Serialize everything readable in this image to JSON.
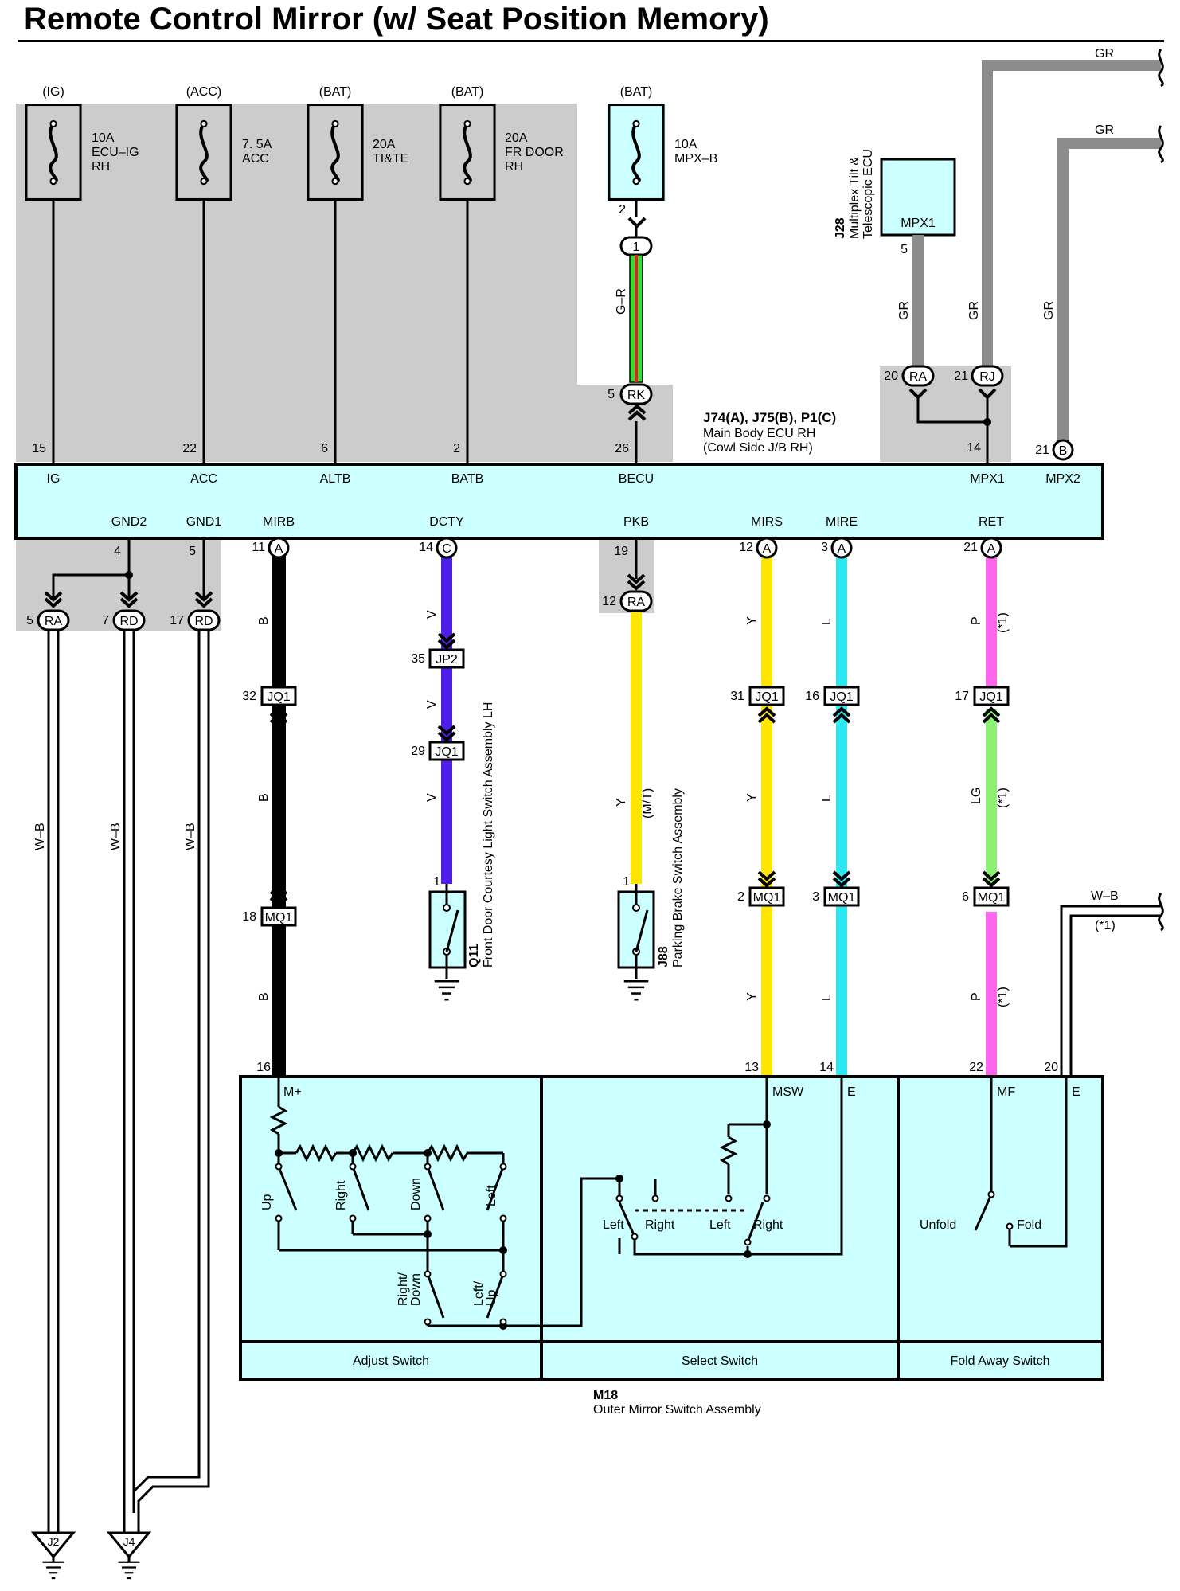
{
  "title": "Remote Control Mirror (w/ Seat Position Memory)",
  "colors": {
    "shade": "#cccccc",
    "ecu_fill": "#ccffff",
    "wire_black": "#000000",
    "wire_violet": "#4d1fe6",
    "wire_yellow": "#ffe600",
    "wire_blue": "#2ee6ee",
    "wire_pink": "#ff66ee",
    "wire_light_green": "#8cf073",
    "wire_gray": "#8c8c8c",
    "wire_green": "#33dd33",
    "wire_red": "#dd2222"
  },
  "fuses": [
    {
      "source": "(IG)",
      "lines": [
        "10A",
        "ECU–IG",
        "RH"
      ]
    },
    {
      "source": "(ACC)",
      "lines": [
        "7. 5A",
        "ACC"
      ]
    },
    {
      "source": "(BAT)",
      "lines": [
        "20A",
        "TI&TE"
      ]
    },
    {
      "source": "(BAT)",
      "lines": [
        "20A",
        "FR DOOR",
        "RH"
      ]
    },
    {
      "source": "(BAT)",
      "lines": [
        "10A",
        "MPX–B"
      ]
    }
  ],
  "ecu": {
    "id": "J74(A), J75(B), P1(C)",
    "name": "Main Body ECU RH",
    "location": "(Cowl Side J/B RH)",
    "top_pins": [
      {
        "num": "15",
        "label": "IG"
      },
      {
        "num": "22",
        "label": "ACC"
      },
      {
        "num": "6",
        "label": "ALTB"
      },
      {
        "num": "2",
        "label": "BATB"
      },
      {
        "num": "26",
        "label": "BECU"
      },
      {
        "num": "14",
        "label": "MPX1"
      },
      {
        "num": "21",
        "label": "MPX2"
      }
    ],
    "bottom_pins": [
      {
        "num": "4",
        "label": "GND2"
      },
      {
        "num": "5",
        "label": "GND1"
      },
      {
        "num": "11",
        "label": "MIRB"
      },
      {
        "num": "14",
        "label": "DCTY"
      },
      {
        "num": "19",
        "label": "PKB"
      },
      {
        "num": "12",
        "label": "MIRS"
      },
      {
        "num": "3",
        "label": "MIRE"
      },
      {
        "num": "21",
        "label": "RET"
      }
    ]
  },
  "mpx_ecu": {
    "id": "J28",
    "name_lines": [
      "Multiplex Tilt &",
      "Telescopic ECU"
    ],
    "pin_label": "MPX1",
    "pin_num": "5"
  },
  "connector_letters": {
    "a": "A",
    "b": "B",
    "c": "C",
    "one": "1"
  },
  "junctions": {
    "rk": {
      "num": "5",
      "label": "RK"
    },
    "fuse_out": {
      "num": "2"
    },
    "ra_top": {
      "num": "20",
      "label": "RA"
    },
    "rj_top": {
      "num": "21",
      "label": "RJ"
    },
    "gnd_ra": {
      "num": "5",
      "label": "RA"
    },
    "gnd_rd1": {
      "num": "7",
      "label": "RD"
    },
    "gnd_rd2": {
      "num": "17",
      "label": "RD"
    },
    "pkb_ra": {
      "num": "12",
      "label": "RA"
    },
    "jp2": {
      "num": "35",
      "label": "JP2"
    },
    "jq1_dcty": {
      "num": "29",
      "label": "JQ1"
    },
    "jq1_mirb": {
      "num": "32",
      "label": "JQ1"
    },
    "mq1_mirb": {
      "num": "18",
      "label": "MQ1"
    },
    "jq1_mirs": {
      "num": "31",
      "label": "JQ1"
    },
    "jq1_mire": {
      "num": "16",
      "label": "JQ1"
    },
    "jq1_ret": {
      "num": "17",
      "label": "JQ1"
    },
    "mq1_mirs": {
      "num": "2",
      "label": "MQ1"
    },
    "mq1_mire": {
      "num": "3",
      "label": "MQ1"
    },
    "mq1_ret": {
      "num": "6",
      "label": "MQ1"
    }
  },
  "wire_labels": {
    "gr": "GR",
    "gr_dash_r": "G–R",
    "b": "B",
    "v": "V",
    "y": "Y",
    "l": "L",
    "p": "P",
    "lg": "LG",
    "wb": "W–B",
    "mt": "(M/T)",
    "note1": "(*1)"
  },
  "components": {
    "q11": {
      "id": "Q11",
      "name": "Front Door Courtesy Light Switch Assembly LH",
      "pin": "1"
    },
    "j88": {
      "id": "J88",
      "name": "Parking Brake Switch Assembly",
      "pin": "1"
    }
  },
  "m18": {
    "id": "M18",
    "name": "Outer Mirror Switch Assembly",
    "pins": [
      {
        "num": "16",
        "label": "M+"
      },
      {
        "num": "13",
        "label": "MSW"
      },
      {
        "num": "14",
        "label": "E"
      },
      {
        "num": "22",
        "label": "MF"
      },
      {
        "num": "20",
        "label": "E"
      }
    ],
    "sections": [
      "Adjust Switch",
      "Select Switch",
      "Fold Away Switch"
    ],
    "adjust_labels": [
      "Up",
      "Right",
      "Down",
      "Left",
      "Right/",
      "Down",
      "Left/",
      "Up"
    ],
    "select_labels": [
      "Left",
      "Right",
      "Left",
      "Right"
    ],
    "fold_labels": [
      "Unfold",
      "Fold"
    ]
  },
  "grounds": [
    {
      "label": "J2"
    },
    {
      "label": "J4"
    }
  ]
}
